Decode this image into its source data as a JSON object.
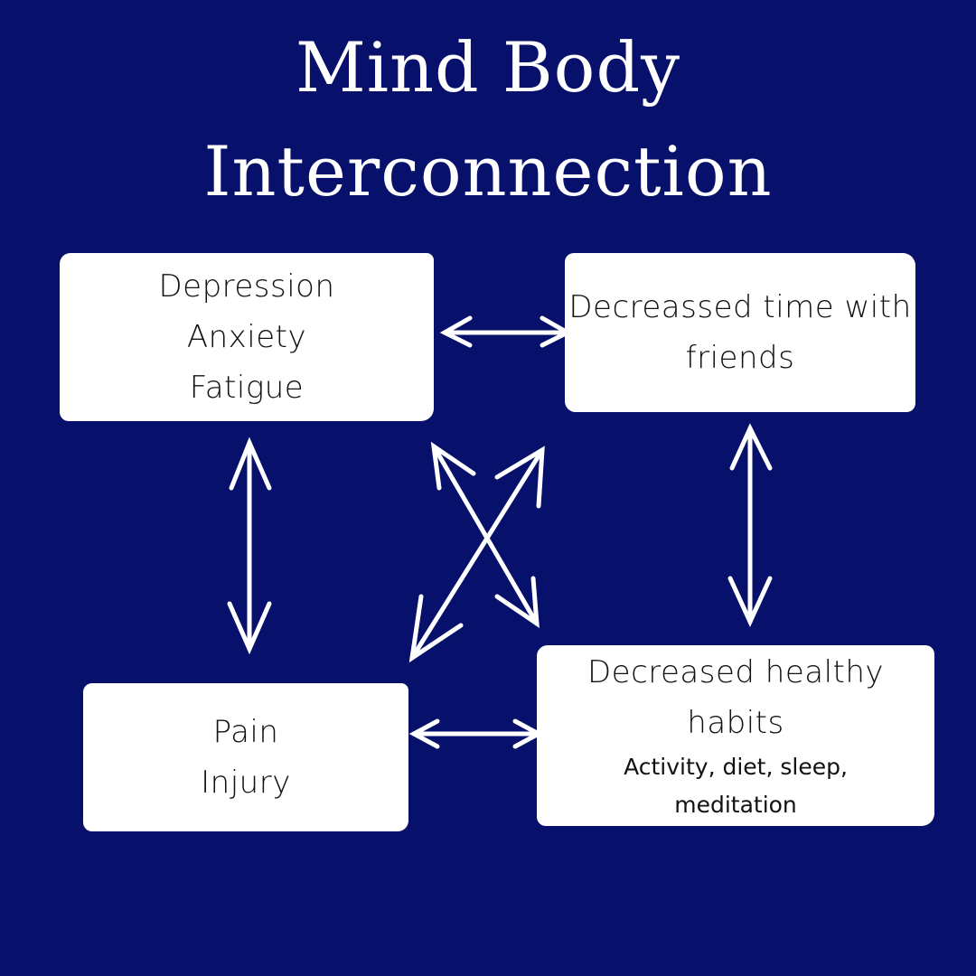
{
  "title": {
    "line1": "Mind Body",
    "line2": "Interconnection"
  },
  "colors": {
    "background": "#07106b",
    "box": "#ffffff",
    "text": "#111111",
    "arrow": "#ffffff"
  },
  "boxes": {
    "mental": {
      "lines": [
        "Depression",
        "Anxiety",
        "Fatigue"
      ]
    },
    "social": {
      "lines": [
        "Decreassed time with",
        "friends"
      ]
    },
    "physical": {
      "lines": [
        "Pain",
        "Injury"
      ]
    },
    "habits": {
      "lines": [
        "Decreased healthy",
        "habits"
      ],
      "sub": [
        "Activity, diet, sleep,",
        "meditation"
      ]
    }
  },
  "connections": [
    {
      "from": "mental",
      "to": "social",
      "type": "bidirectional"
    },
    {
      "from": "mental",
      "to": "physical",
      "type": "bidirectional"
    },
    {
      "from": "social",
      "to": "habits",
      "type": "bidirectional"
    },
    {
      "from": "physical",
      "to": "habits",
      "type": "bidirectional"
    },
    {
      "from": "mental",
      "to": "habits",
      "type": "bidirectional"
    },
    {
      "from": "social",
      "to": "physical",
      "type": "bidirectional"
    }
  ]
}
